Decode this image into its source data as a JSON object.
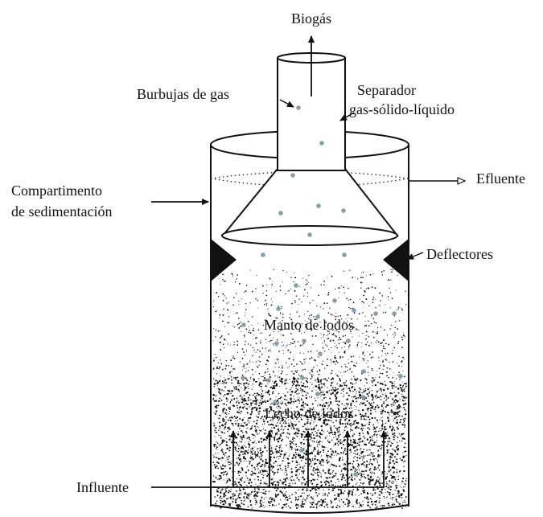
{
  "diagram": {
    "labels": {
      "biogas": "Biogás",
      "gas_bubbles": "Burbujas de gas",
      "separator_line1": "Separador",
      "separator_line2": "gas-sólido-líquido",
      "effluent": "Efluente",
      "settling_line1": "Compartimento",
      "settling_line2": "de sedimentación",
      "deflectors": "Deflectores",
      "sludge_blanket": "Manto de lodos",
      "sludge_bed": "Lecho de lodos",
      "influent": "Influente"
    },
    "colors": {
      "ink": "#111111",
      "bubble": "#8a9ea6",
      "background": "#ffffff"
    }
  }
}
